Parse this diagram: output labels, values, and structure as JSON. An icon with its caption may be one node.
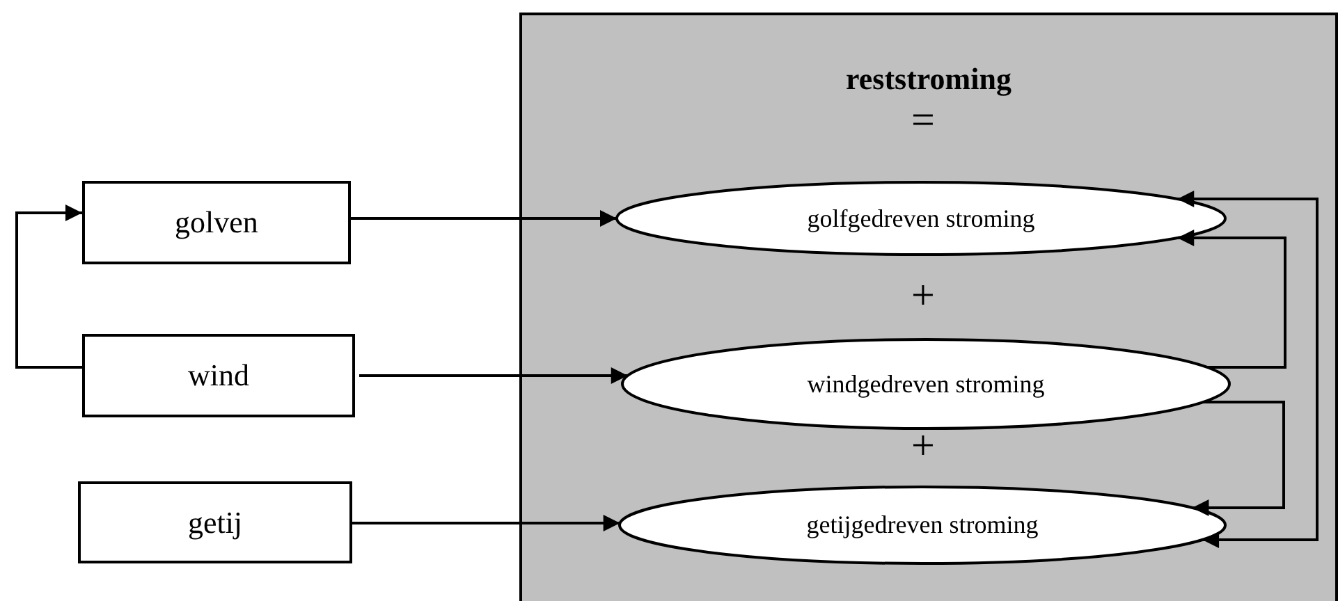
{
  "diagram": {
    "nodes": [
      {
        "text": [
          "reststroming"
        ]
      },
      {
        "text": [
          "golfgedreven stroming"
        ],
        "in": 0
      },
      {
        "text": [
          "windgedreven stroming"
        ],
        "in": 0
      },
      {
        "text": [
          "getijgedreven stroming"
        ],
        "in": 0
      },
      {
        "text": [
          "golven"
        ]
      },
      {
        "text": [
          "wind"
        ]
      },
      {
        "text": [
          "getij"
        ]
      }
    ],
    "edges": [
      {
        "from": 4,
        "to": 1,
        "arrow": "to"
      },
      {
        "from": 5,
        "to": 2,
        "arrow": "to"
      },
      {
        "from": 6,
        "to": 3,
        "arrow": "to"
      },
      {
        "from": 5,
        "to": 4,
        "arrow": "to"
      },
      {
        "from": 2,
        "to": 1,
        "arrow": "to"
      },
      {
        "from": 2,
        "to": 3,
        "arrow": "to"
      },
      {
        "from": 3,
        "to": 1,
        "arrow": "both"
      }
    ],
    "labels": [
      "=",
      "+",
      "+"
    ]
  }
}
